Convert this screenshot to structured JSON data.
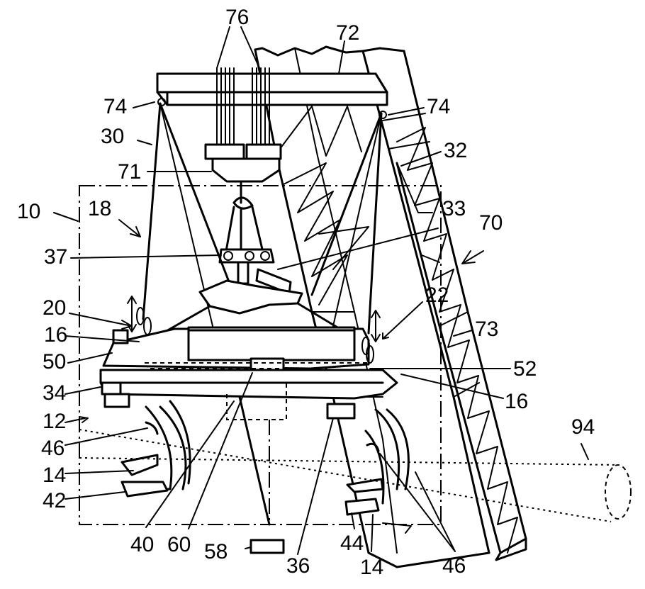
{
  "figure": {
    "labels": [
      {
        "id": "76",
        "text": "76"
      },
      {
        "id": "72",
        "text": "72"
      },
      {
        "id": "74a",
        "text": "74"
      },
      {
        "id": "74b",
        "text": "74"
      },
      {
        "id": "30",
        "text": "30"
      },
      {
        "id": "32",
        "text": "32"
      },
      {
        "id": "71",
        "text": "71"
      },
      {
        "id": "10",
        "text": "10"
      },
      {
        "id": "18",
        "text": "18"
      },
      {
        "id": "33",
        "text": "33"
      },
      {
        "id": "70",
        "text": "70"
      },
      {
        "id": "37",
        "text": "37"
      },
      {
        "id": "20",
        "text": "20"
      },
      {
        "id": "22",
        "text": "22"
      },
      {
        "id": "16a",
        "text": "16"
      },
      {
        "id": "73",
        "text": "73"
      },
      {
        "id": "50",
        "text": "50"
      },
      {
        "id": "52",
        "text": "52"
      },
      {
        "id": "34",
        "text": "34"
      },
      {
        "id": "16b",
        "text": "16"
      },
      {
        "id": "12",
        "text": "12"
      },
      {
        "id": "94",
        "text": "94"
      },
      {
        "id": "46a",
        "text": "46"
      },
      {
        "id": "14a",
        "text": "14"
      },
      {
        "id": "42",
        "text": "42"
      },
      {
        "id": "40",
        "text": "40"
      },
      {
        "id": "60",
        "text": "60"
      },
      {
        "id": "58",
        "text": "58"
      },
      {
        "id": "36",
        "text": "36"
      },
      {
        "id": "44",
        "text": "44"
      },
      {
        "id": "14b",
        "text": "14"
      },
      {
        "id": "46b",
        "text": "46"
      }
    ]
  }
}
